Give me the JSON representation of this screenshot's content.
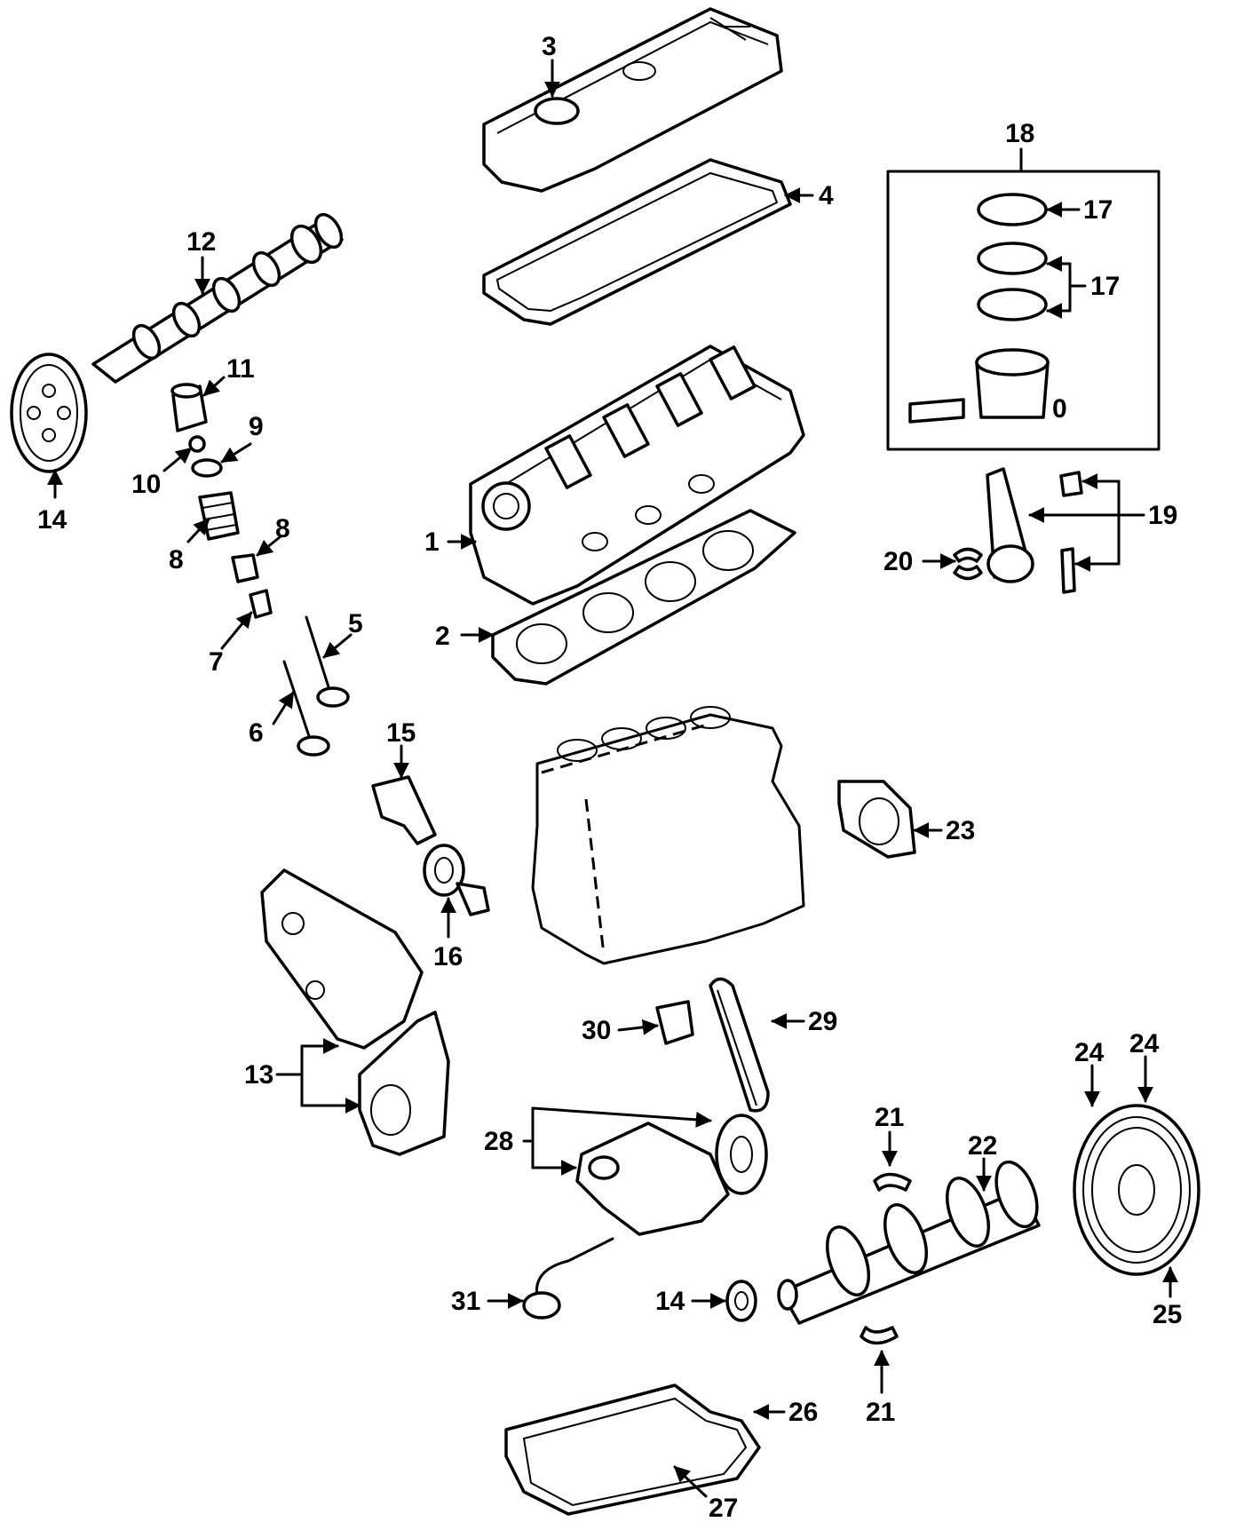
{
  "callouts": {
    "c1": "1",
    "c2": "2",
    "c3": "3",
    "c4": "4",
    "c5": "5",
    "c6": "6",
    "c7": "7",
    "c8a": "8",
    "c8b": "8",
    "c9": "9",
    "c10": "10",
    "c11": "11",
    "c12": "12",
    "c13": "13",
    "c14a": "14",
    "c14b": "14",
    "c15": "15",
    "c16": "16",
    "c17a": "17",
    "c17b": "17",
    "c18": "18",
    "c19": "19",
    "c20": "20",
    "c21a": "21",
    "c21b": "21",
    "c22": "22",
    "c23": "23",
    "c24a": "24",
    "c24b": "24",
    "c25": "25",
    "c26": "26",
    "c27": "27",
    "c28": "28",
    "c29": "29",
    "c30": "30",
    "c31": "31"
  },
  "piston_mark": "0"
}
